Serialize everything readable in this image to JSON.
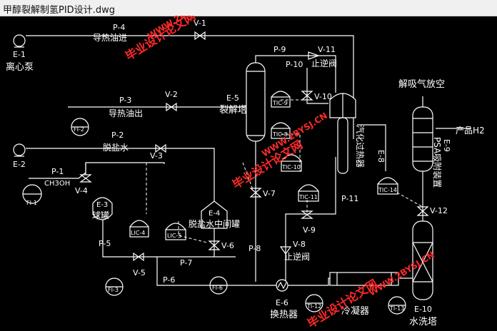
{
  "window": {
    "title": "甲醇裂解制氢PID设计.dwg"
  },
  "equipment": {
    "e1": {
      "tag": "E-1",
      "name": "离心泵"
    },
    "e2": {
      "tag": "E-2"
    },
    "e3": {
      "tag": "E-3",
      "name": "球罐"
    },
    "e4": {
      "tag": "E-4",
      "name": "脱盐水中间罐"
    },
    "e5": {
      "tag": "E-5",
      "name": "裂解塔"
    },
    "e6": {
      "tag": "E-6",
      "name": "换热器"
    },
    "e7": {
      "name": "冷凝器"
    },
    "e8": {
      "tag": "E-8",
      "name": "汽化过热器"
    },
    "e9": {
      "tag": "E-9",
      "name": "PSA吸附装置"
    },
    "e10": {
      "tag": "E-10",
      "name": "水洗塔"
    }
  },
  "streams": {
    "p1": "P-1",
    "p2": "P-2",
    "p3": "P-3",
    "p4": "P-4",
    "p5": "P-5",
    "p6": "P-6",
    "p7": "P-7",
    "p8": "P-8",
    "p9": "P-9",
    "p10": "P-10",
    "p11": "P-11",
    "p1_medium": "CH3OH",
    "p2_medium": "脱盐水",
    "p3_medium": "导热油出",
    "p4_medium": "导热油进",
    "product": "产品H2",
    "vent": "解吸气放空"
  },
  "valves": {
    "v1": "V-1",
    "v2": "V-2",
    "v3": "V-3",
    "v4": "V-4",
    "v5": "V-5",
    "v6": "V-6",
    "v7": "V-7",
    "v8": "V-8",
    "v9": "V-9",
    "v10": "V-10",
    "v11": "V-11",
    "v12": "V-12",
    "check_valve": "止逆阀"
  },
  "instruments": {
    "fi1": "FI-1",
    "fi2": "FI-2",
    "fi3": "FI-3",
    "fi6": "FI-6",
    "lic4": "LIC-4",
    "lic5": "LIC-5",
    "tic8": "TIC-8",
    "tic9": "TIC-9",
    "tic10": "TIC-10",
    "tic11": "TIC-11",
    "tic14": "TIC-14",
    "ti12": "TI-12",
    "ti13": "TI-13"
  },
  "watermark": {
    "text": "毕业设计论文网",
    "url": "WWW.2BYSJ.CN"
  },
  "colors": {
    "background": "#000000",
    "lines": "#ffffff",
    "watermark": "#ff2a2a"
  }
}
